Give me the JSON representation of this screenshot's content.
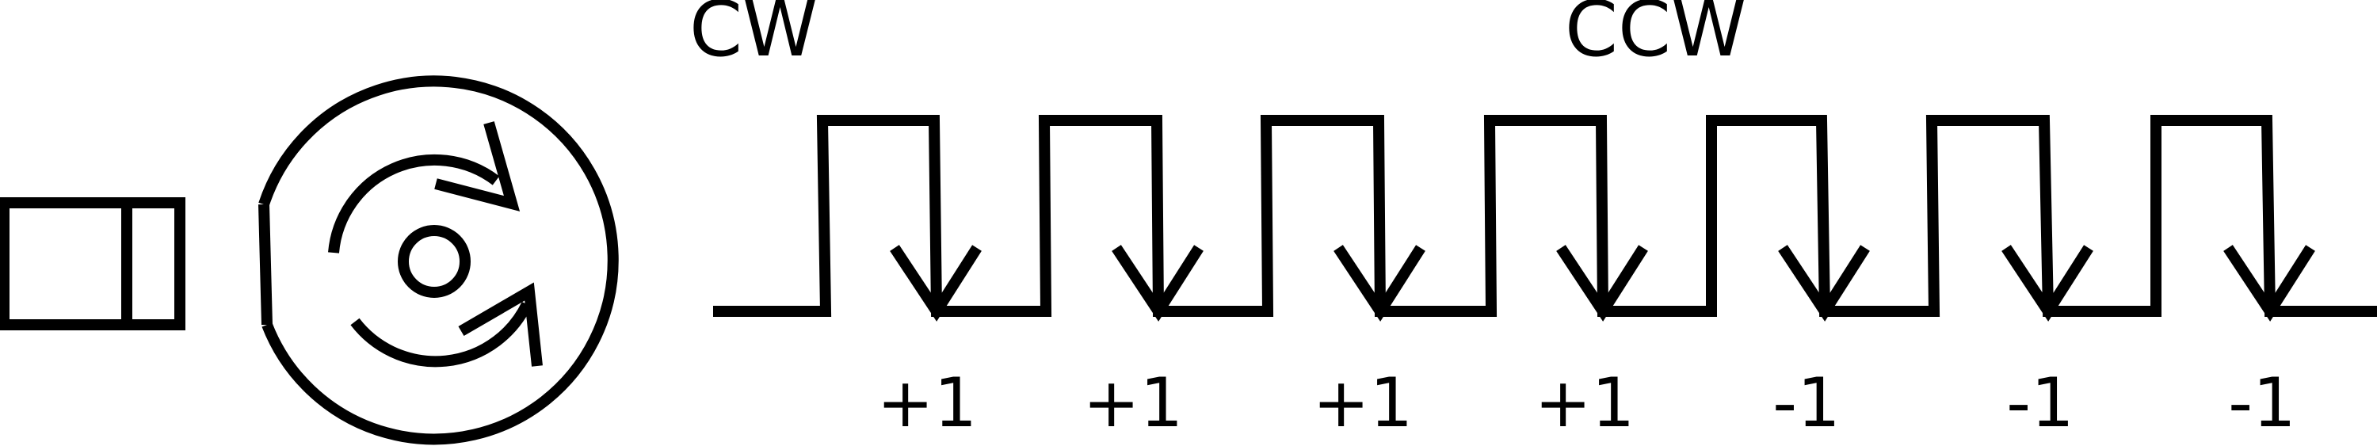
{
  "labels": {
    "cw": "CW",
    "ccw": "CCW"
  },
  "counts": [
    "+1",
    "+1",
    "+1",
    "+1",
    "-1",
    "-1",
    "-1"
  ],
  "colors": {
    "stroke": "#000000",
    "background": "#ffffff"
  },
  "icons": [
    "switch-icon",
    "encoder-knob-icon",
    "clockwise-arrow-icon",
    "counterclockwise-arrow-icon",
    "down-arrow-icon"
  ]
}
